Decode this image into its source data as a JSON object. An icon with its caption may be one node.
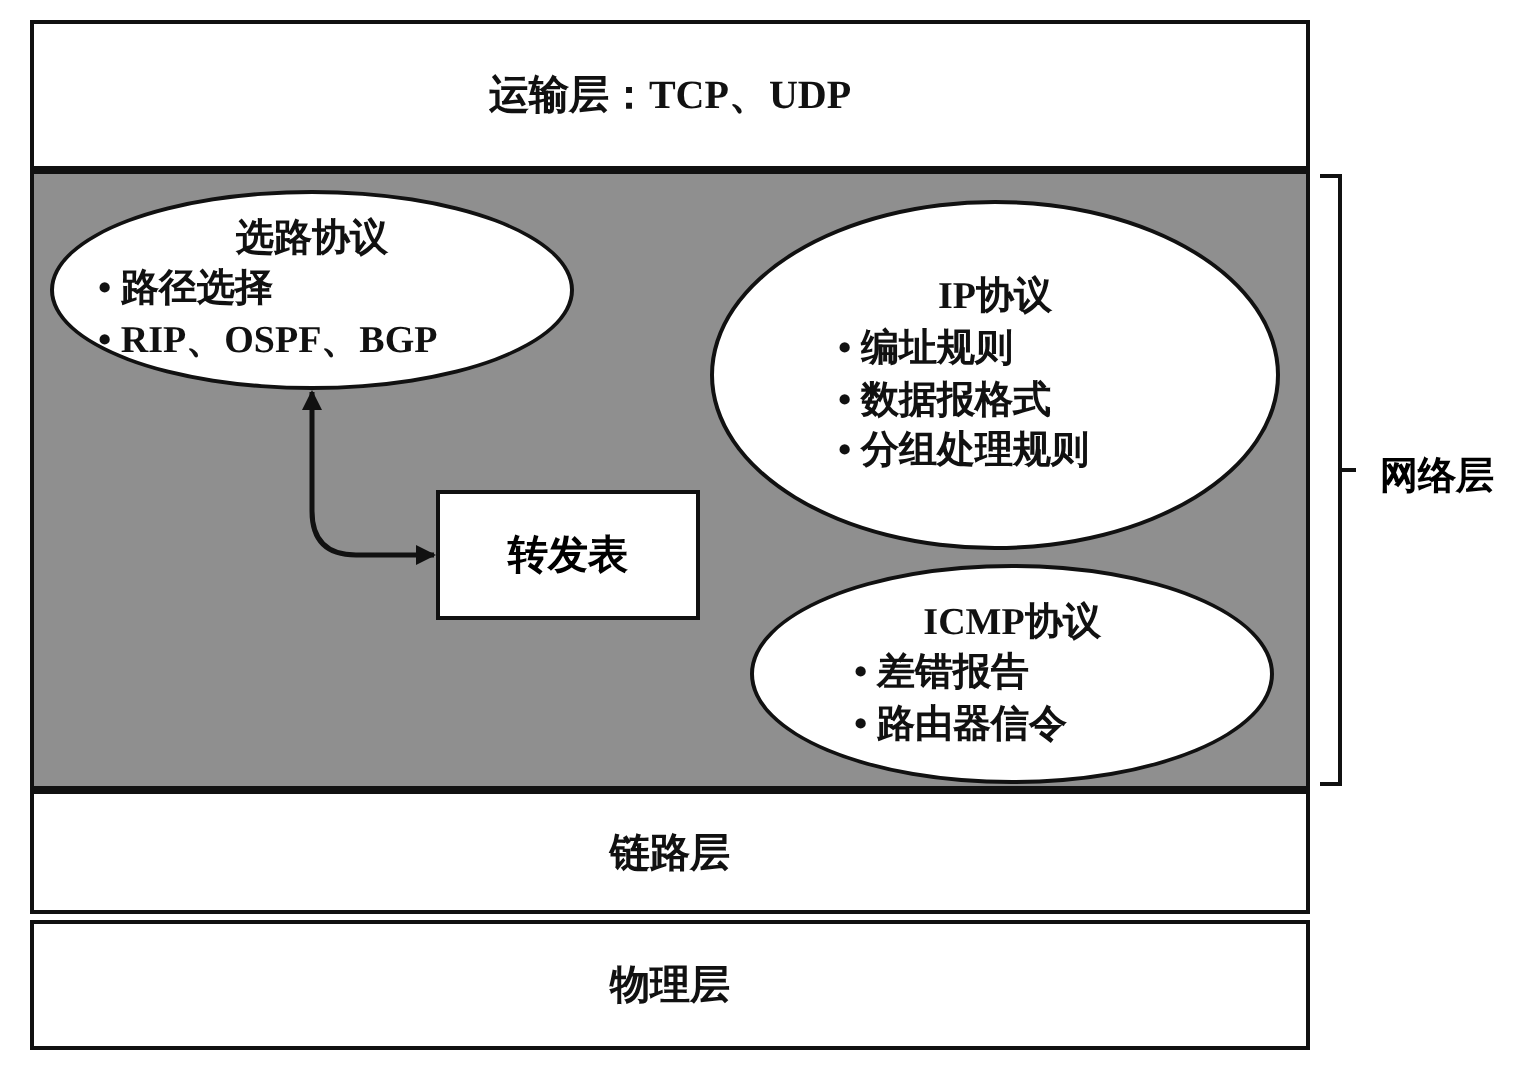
{
  "diagram": {
    "nodes": [
      {
        "text": [
          "运输层：TCP、UDP"
        ]
      },
      {
        "text": [
          "网络层"
        ]
      },
      {
        "text": [
          "选路协议",
          "• 路径选择",
          "• RIP、OSPF、BGP"
        ],
        "in": 1
      },
      {
        "text": [
          "IP协议",
          "• 编址规则",
          "• 数据报格式",
          "• 分组处理规则"
        ],
        "in": 1
      },
      {
        "text": [
          "转发表"
        ],
        "in": 1
      },
      {
        "text": [
          "ICMP协议",
          "• 差错报告",
          "• 路由器信令"
        ],
        "in": 1
      },
      {
        "text": [
          "链路层"
        ]
      },
      {
        "text": [
          "物理层"
        ]
      }
    ],
    "edges": [
      {
        "from": 2,
        "to": 4,
        "arrow": "both"
      }
    ]
  }
}
